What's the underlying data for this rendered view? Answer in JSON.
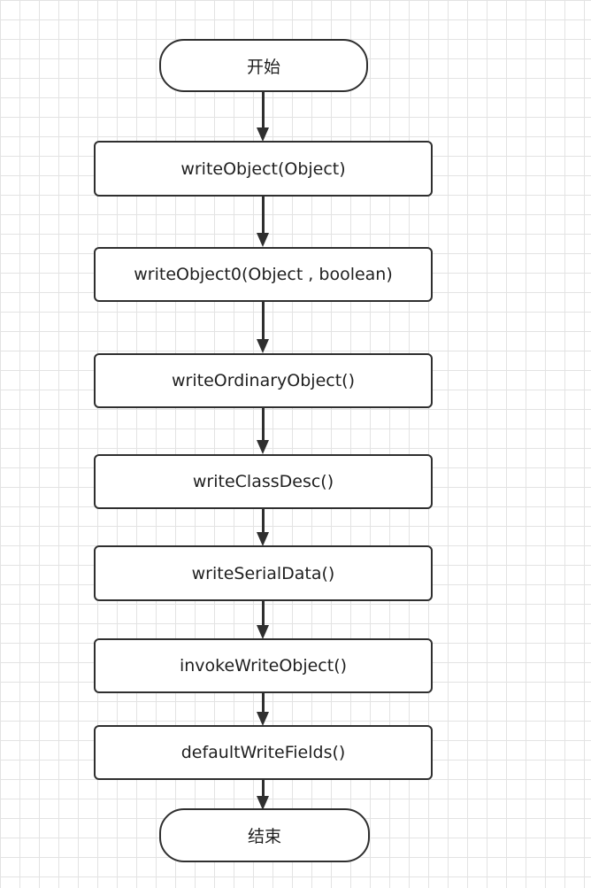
{
  "flowchart": {
    "start_label": "开始",
    "end_label": "结束",
    "steps": [
      "writeObject(Object)",
      "writeObject0(Object , boolean)",
      "writeOrdinaryObject()",
      "writeClassDesc()",
      "writeSerialData()",
      "invokeWriteObject()",
      "defaultWriteFields()"
    ]
  },
  "colors": {
    "grid": "#e3e3e3",
    "stroke": "#2f2f2f",
    "background": "#ffffff"
  }
}
